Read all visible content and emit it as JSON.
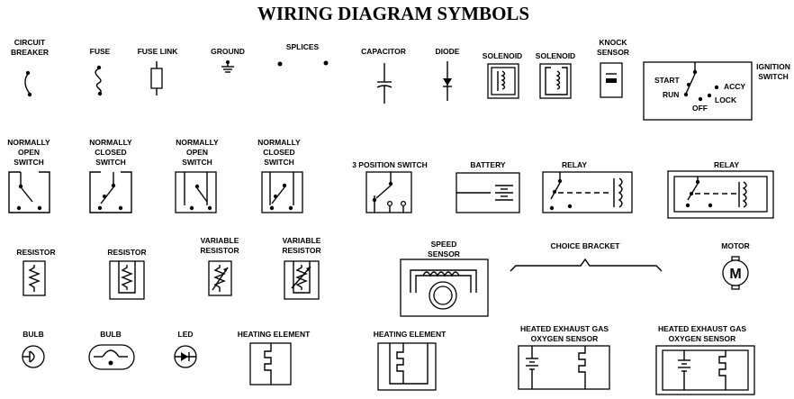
{
  "title": "WIRING DIAGRAM SYMBOLS",
  "labels": {
    "circuit_breaker": [
      "CIRCUIT",
      "BREAKER"
    ],
    "fuse": "FUSE",
    "fuse_link": "FUSE LINK",
    "ground": "GROUND",
    "splices": "SPLICES",
    "capacitor": "CAPACITOR",
    "diode": "DIODE",
    "solenoid_1": "SOLENOID",
    "solenoid_2": "SOLENOID",
    "knock_sensor": [
      "KNOCK",
      "SENSOR"
    ],
    "ignition_switch": [
      "IGNITION",
      "SWITCH"
    ],
    "ign_start": "START",
    "ign_run": "RUN",
    "ign_off": "OFF",
    "ign_lock": "LOCK",
    "ign_accy": "ACCY",
    "no_switch_1": [
      "NORMALLY",
      "OPEN",
      "SWITCH"
    ],
    "nc_switch_1": [
      "NORMALLY",
      "CLOSED",
      "SWITCH"
    ],
    "no_switch_2": [
      "NORMALLY",
      "OPEN",
      "SWITCH"
    ],
    "nc_switch_2": [
      "NORMALLY",
      "CLOSED",
      "SWITCH"
    ],
    "three_pos_switch": "3 POSITION SWITCH",
    "battery": "BATTERY",
    "relay_1": "RELAY",
    "relay_2": "RELAY",
    "resistor_1": "RESISTOR",
    "resistor_2": "RESISTOR",
    "var_resistor_1": [
      "VARIABLE",
      "RESISTOR"
    ],
    "var_resistor_2": [
      "VARIABLE",
      "RESISTOR"
    ],
    "speed_sensor": [
      "SPEED",
      "SENSOR"
    ],
    "choice_bracket": "CHOICE BRACKET",
    "motor": "MOTOR",
    "motor_glyph": "M",
    "bulb_1": "BULB",
    "bulb_2": "BULB",
    "led": "LED",
    "heating_element_1": "HEATING ELEMENT",
    "heating_element_2": "HEATING ELEMENT",
    "o2_sensor_1": [
      "HEATED EXHAUST GAS",
      "OXYGEN SENSOR"
    ],
    "o2_sensor_2": [
      "HEATED EXHAUST GAS",
      "OXYGEN SENSOR"
    ]
  }
}
